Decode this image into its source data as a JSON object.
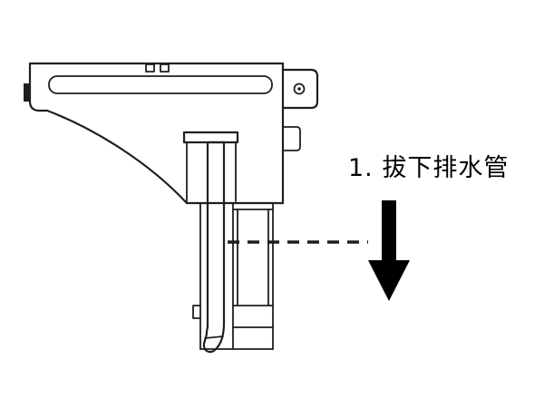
{
  "diagram": {
    "step_label": "1. 拔下排水管",
    "arrow_direction": "down",
    "colors": {
      "background": "#ffffff",
      "line": "#1f1f1f",
      "pipe_fill": "#b4b9bd",
      "arrow": "#000000",
      "text": "#000000",
      "edge_mark": "#1f1f1f"
    },
    "icons": {
      "pointer_line": "dashed-line",
      "arrow": "solid-down-arrow"
    }
  }
}
